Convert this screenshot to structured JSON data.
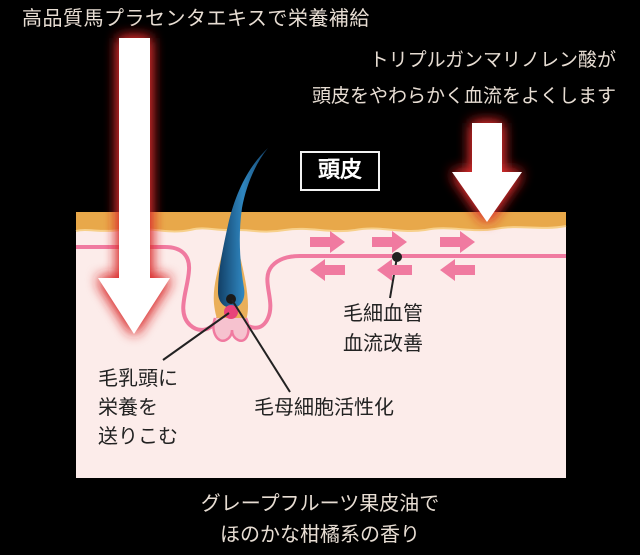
{
  "header": {
    "left_caption": "高品質馬プラセンタエキスで栄養補給",
    "right_caption_lines": [
      "トリプルガンマリノレン酸が",
      "頭皮をやわらかく血流をよくします"
    ]
  },
  "diagram": {
    "scalp_label": "頭皮",
    "capillary_label_lines": [
      "毛細血管",
      "血流改善"
    ],
    "matrix_label": "毛母細胞活性化",
    "papilla_label_lines": [
      "毛乳頭に",
      "栄養を",
      "送りこむ"
    ]
  },
  "footer": {
    "caption_lines": [
      "グレープフルーツ果皮油で",
      "ほのかな柑橘系の香り"
    ]
  },
  "colors": {
    "background": "#000000",
    "skin": "#fcecea",
    "epidermis": "#e8a84a",
    "vessel": "#f07aa0",
    "hair": "#1f5e8e",
    "arrow_glow": "#d92d2d"
  }
}
